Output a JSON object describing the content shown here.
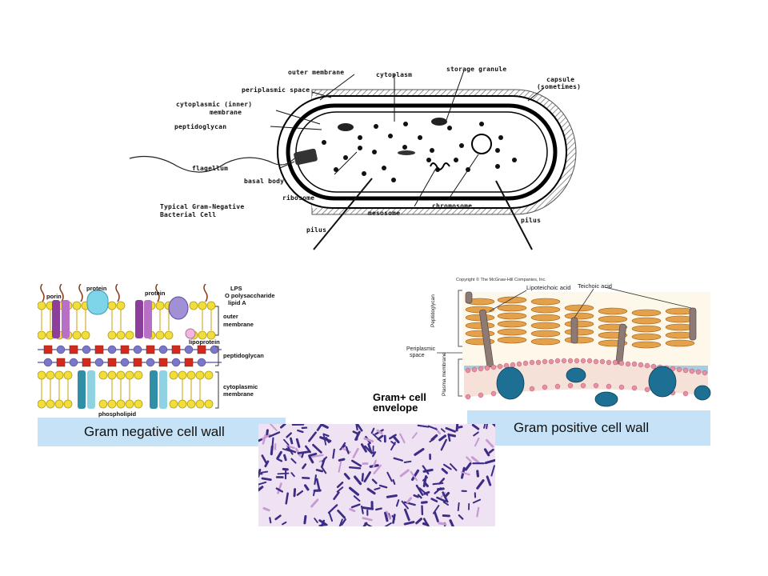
{
  "cell_diagram": {
    "labels": {
      "outer_membrane": "outer membrane",
      "periplasmic_space": "periplasmic space",
      "cytoplasmic_membrane_1": "cytoplasmic (inner)",
      "cytoplasmic_membrane_2": "membrane",
      "peptidoglycan": "peptidoglycan",
      "flagellum": "flagellum",
      "basal_body": "basal body",
      "ribosome": "ribosome",
      "cytoplasm": "cytoplasm",
      "storage_granule": "storage granule",
      "capsule_1": "capsule",
      "capsule_2": "(sometimes)",
      "chromosome": "chromosome",
      "mesosome": "mesosome",
      "pilus_left": "pilus",
      "pilus_right": "pilus",
      "caption_1": "Typical Gram-Negative",
      "caption_2": "Bacterial Cell"
    }
  },
  "gram_negative": {
    "labels": {
      "porin": "porin",
      "protein_1": "protein",
      "protein_2": "protein",
      "lps": "LPS",
      "o_polysaccharide": "O polysaccharide",
      "lipid_a": "lipid A",
      "outer_membrane_1": "outer",
      "outer_membrane_2": "membrane",
      "lipoprotein": "lipoprotein",
      "peptidoglycan": "peptidoglycan",
      "cytoplasmic_1": "cytoplasmic",
      "cytoplasmic_2": "membrane",
      "phospholipid": "phospholipid"
    },
    "caption": "Gram negative cell wall"
  },
  "gram_positive": {
    "labels": {
      "copyright": "Copyright © The McGraw-Hill Companies, Inc.",
      "lipoteichoic": "Lipoteichoic acid",
      "teichoic": "Teichoic acid",
      "peptidoglycan_side": "Peptidoglycan",
      "periplasmic_1": "Periplasmic",
      "periplasmic_2": "space",
      "plasma_side": "Plasma membrane",
      "envelope_1": "Gram+ cell",
      "envelope_2": "envelope"
    },
    "caption": "Gram positive cell wall"
  },
  "micrograph": {
    "alt": "stained bacterial rods micrograph"
  },
  "colors": {
    "caption_bg": "#c6e2f7",
    "purple_stain": "#3b2c86",
    "pink_bg": "#efe2f2"
  }
}
